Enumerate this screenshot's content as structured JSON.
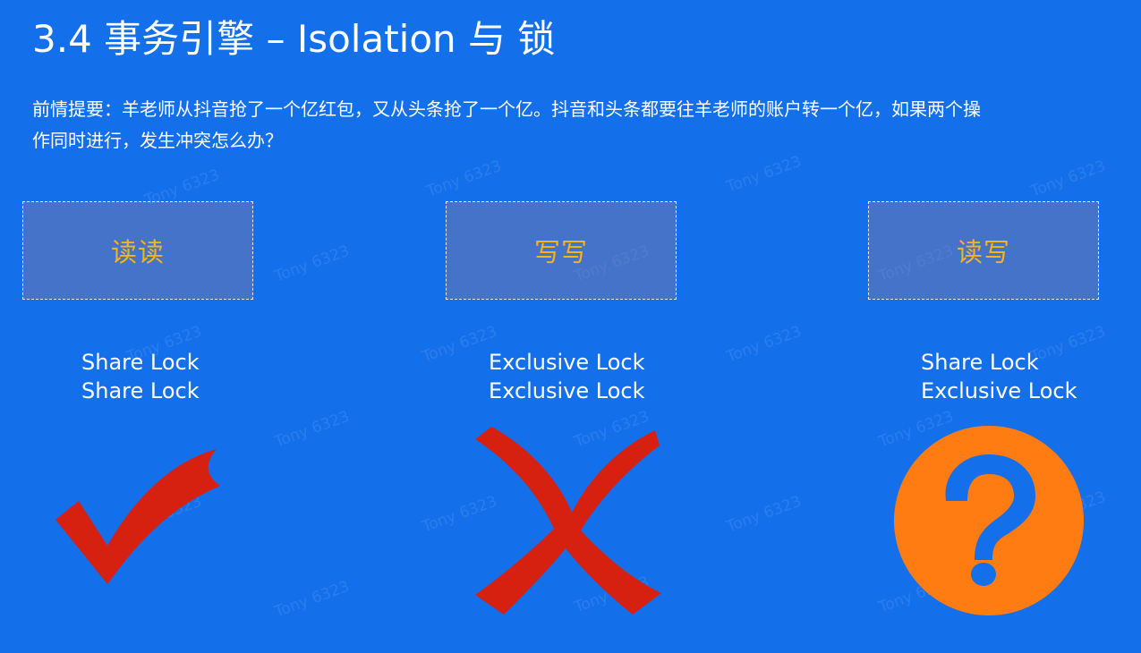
{
  "slide": {
    "title": "3.4 事务引擎 –  Isolation 与 锁",
    "intro": "前情提要：羊老师从抖音抢了一个亿红包，又从头条抢了一个亿。抖音和头条都要往羊老师的账户转一个亿，如果两个操作同时进行，发生冲突怎么办？"
  },
  "scenarios": [
    {
      "label": "读读",
      "locks": [
        "Share Lock",
        "Share Lock"
      ],
      "verdict_icon": "checkmark-icon"
    },
    {
      "label": "写写",
      "locks": [
        "Exclusive Lock",
        "Exclusive Lock"
      ],
      "verdict_icon": "cross-icon"
    },
    {
      "label": "读写",
      "locks": [
        "Share Lock",
        "Exclusive Lock"
      ],
      "verdict_icon": "question-mark-icon"
    }
  ],
  "watermark": "Tony 6323",
  "colors": {
    "background": "#146feb",
    "label_text": "#f4b41a",
    "box_fill": "#7878aa",
    "check": "#d62010",
    "cross": "#d62010",
    "question_circle": "#ff7c13",
    "question_mark": "#146feb"
  }
}
